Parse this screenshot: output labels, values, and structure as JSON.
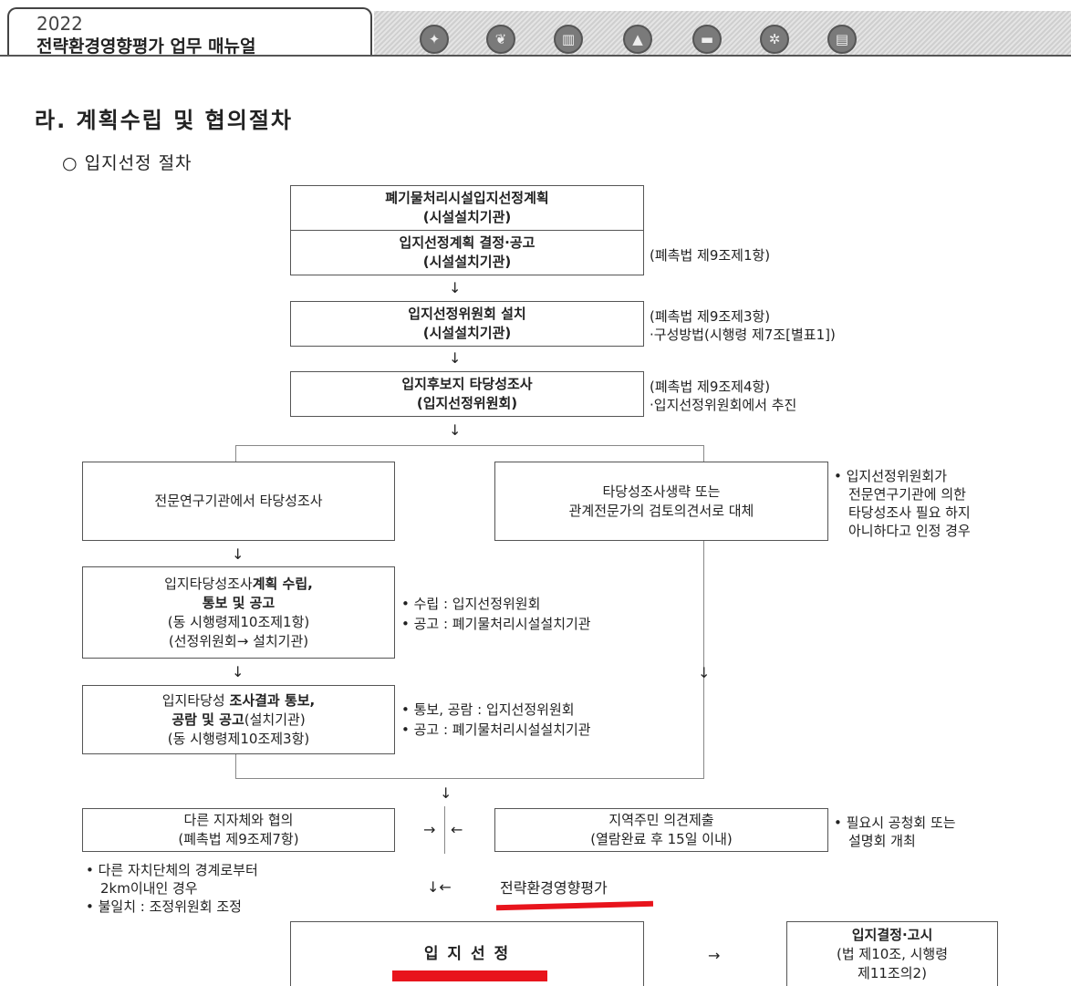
{
  "header": {
    "year": "2022",
    "title": "전략환경영향평가 업무 매뉴얼",
    "icons": [
      "lightbulb-icon",
      "leaf-icon",
      "building-icon",
      "mountain-icon",
      "car-icon",
      "gear-icon",
      "document-icon"
    ]
  },
  "section": {
    "title": "라. 계획수립 및 협의절차",
    "subtitle": "○ 입지선정 절차"
  },
  "flow": {
    "box1": {
      "line1": "폐기물처리시설입지선정계획",
      "line2": "(시설설치기관)"
    },
    "box2": {
      "line1": "입지선정계획 결정·공고",
      "line2": "(시설설치기관)",
      "note": "(폐촉법 제9조제1항)"
    },
    "box3": {
      "line1": "입지선정위원회 설치",
      "line2": "(시설설치기관)",
      "note1": "(폐촉법 제9조제3항)",
      "note2": "·구성방법(시행령 제7조[별표1])"
    },
    "box4": {
      "line1": "입지후보지 타당성조사",
      "line2": "(입지선정위원회)",
      "note1": "(폐촉법 제9조제4항)",
      "note2": "·입지선정위원회에서 추진"
    },
    "left1": {
      "text": "전문연구기관에서 타당성조사"
    },
    "right1": {
      "line1": "타당성조사생략 또는",
      "line2": "관계전문가의 검토의견서로 대체",
      "note1": "• 입지선정위원회가",
      "note2": "전문연구기관에 의한",
      "note3": "타당성조사 필요 하지",
      "note4": "아니하다고 인정 경우"
    },
    "left2": {
      "line1a": "입지타당성조사",
      "line1b": "계획 수립,",
      "line2": "통보 및 공고",
      "line3": "(동 시행령제10조제1항)",
      "line4": "(선정위원회→ 설치기관)",
      "note1": "• 수립 : 입지선정위원회",
      "note2": "• 공고 : 폐기물처리시설설치기관"
    },
    "left3": {
      "line1a": "입지타당성",
      "line1b": "조사결과 통보,",
      "line2a": "공람 및 공고",
      "line2b": "(설치기관)",
      "line3": "(동 시행령제10조제3항)",
      "note1": "• 통보, 공람 : 입지선정위원회",
      "note2": "• 공고 : 폐기물처리시설설치기관"
    },
    "consult": {
      "line1": "다른 지자체와 협의",
      "line2": "(폐촉법 제9조제7항)",
      "note1": "• 다른 자치단체의 경계로부터",
      "note2": "2km이내인 경우",
      "note3": "• 불일치 : 조정위원회 조정"
    },
    "opinion": {
      "line1": "지역주민 의견제출",
      "line2": "(열람완료 후 15일 이내)",
      "note1": "• 필요시 공청회 또는",
      "note2": "설명회 개최"
    },
    "strategic": "전략환경영향평가",
    "final": {
      "text": "입 지 선 정"
    },
    "notice": {
      "line1": "입지결정·고시",
      "line2": "(법 제10조, 시행령",
      "line3": "제11조의2)"
    },
    "arrows": {
      "down": "↓",
      "left_in": "→",
      "right_in": "←",
      "strategic_left": "↓←",
      "right": "→"
    }
  },
  "colors": {
    "highlight": "#e8141c",
    "border": "#555555"
  }
}
